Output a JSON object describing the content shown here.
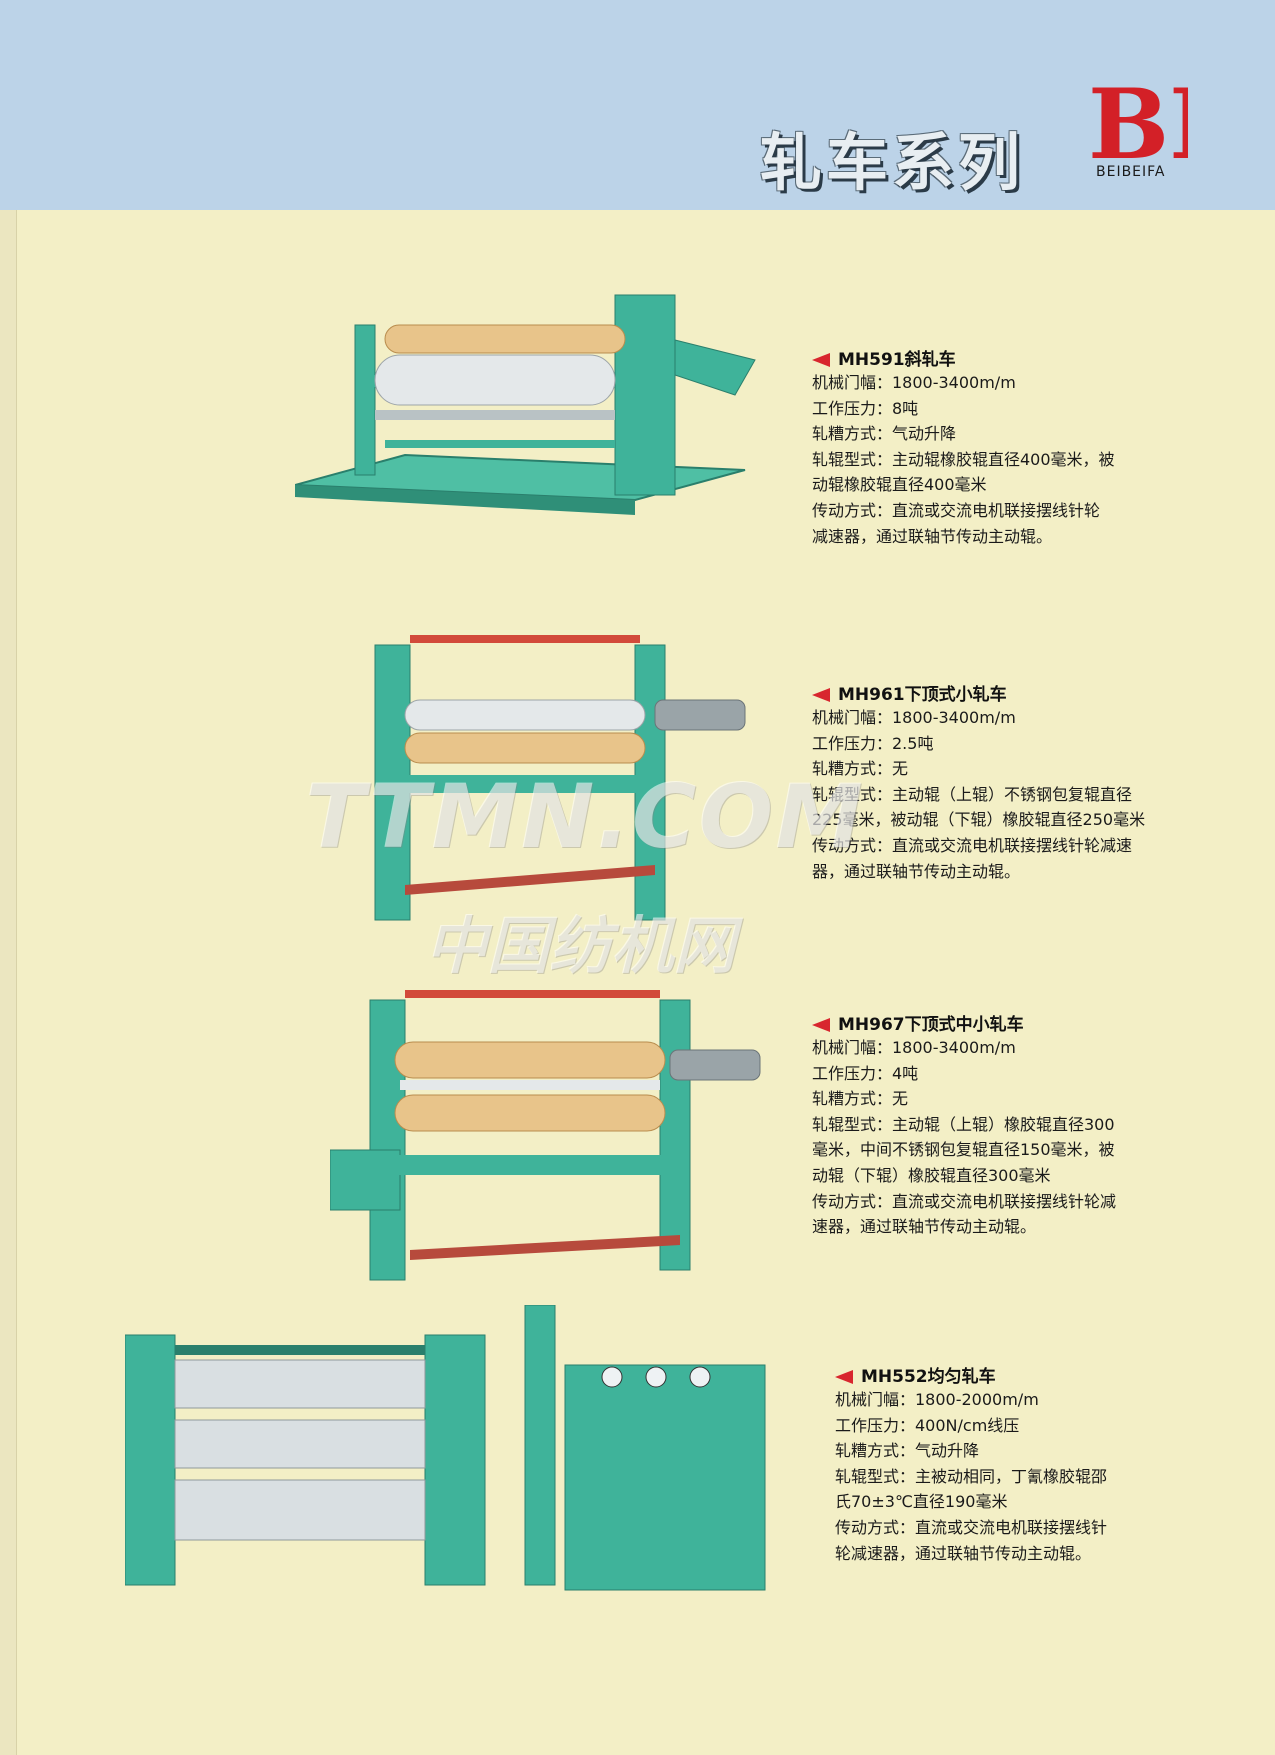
{
  "header": {
    "title": "轧车系列",
    "logo_mark": "BE",
    "logo_text": "BEIBEIFA"
  },
  "products": [
    {
      "name": "MH591斜轧车",
      "specs": [
        "机械门幅：1800-3400m/m",
        "工作压力：8吨",
        "轧糟方式：气动升降",
        "轧辊型式：主动辊橡胶辊直径400毫米，被",
        "动辊橡胶辊直径400毫米",
        "传动方式：直流或交流电机联接摆线针轮",
        "减速器，通过联轴节传动主动辊。"
      ]
    },
    {
      "name": "MH961下顶式小轧车",
      "specs": [
        "机械门幅：1800-3400m/m",
        "工作压力：2.5吨",
        "轧糟方式：无",
        "轧辊型式：主动辊（上辊）不锈钢包复辊直径",
        "225毫米，被动辊（下辊）橡胶辊直径250毫米",
        "传动方式：直流或交流电机联接摆线针轮减速",
        "器，通过联轴节传动主动辊。"
      ]
    },
    {
      "name": "MH967下顶式中小轧车",
      "specs": [
        "机械门幅：1800-3400m/m",
        "工作压力：4吨",
        "轧糟方式：无",
        "轧辊型式：主动辊（上辊）橡胶辊直径300",
        "毫米，中间不锈钢包复辊直径150毫米，被",
        "动辊（下辊）橡胶辊直径300毫米",
        "传动方式：直流或交流电机联接摆线针轮减",
        "速器，通过联轴节传动主动辊。"
      ]
    },
    {
      "name": "MH552均匀轧车",
      "specs": [
        "机械门幅：1800-2000m/m",
        "工作压力：400N/cm线压",
        "轧糟方式：气动升降",
        "轧辊型式：主被动相同，丁氰橡胶辊邵",
        "氏70±3℃直径190毫米",
        "传动方式：直流或交流电机联接摆线针",
        "轮减速器，通过联轴节传动主动辊。"
      ]
    }
  ],
  "watermark": {
    "line1": "TTMN.COM",
    "line2": "中国纺机网"
  },
  "colors": {
    "header_bg": "#bcd3e8",
    "page_bg": "#f3efc6",
    "machine_green": "#3fb39a",
    "accent_red": "#d8262e",
    "roller_tan": "#e8c48a"
  }
}
